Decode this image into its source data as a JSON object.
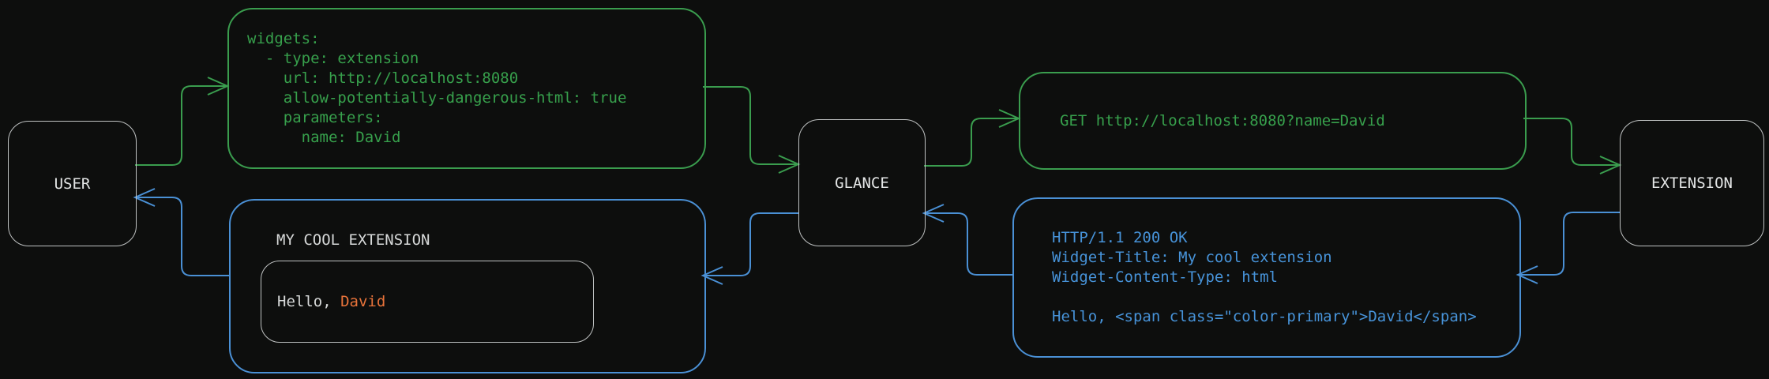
{
  "nodes": {
    "user": {
      "label": "USER"
    },
    "glance": {
      "label": "GLANCE"
    },
    "extension": {
      "label": "EXTENSION"
    }
  },
  "config_box": {
    "lines": [
      "widgets:",
      "  - type: extension",
      "    url: http://localhost:8080",
      "    allow-potentially-dangerous-html: true",
      "    parameters:",
      "      name: David"
    ]
  },
  "request_box": {
    "text": "GET http://localhost:8080?name=David"
  },
  "response_box": {
    "lines": [
      "HTTP/1.1 200 OK",
      "Widget-Title: My cool extension",
      "Widget-Content-Type: html",
      "",
      "Hello, <span class=\"color-primary\">David</span>"
    ]
  },
  "widget_preview": {
    "title": "MY COOL EXTENSION",
    "greeting_prefix": "Hello, ",
    "greeting_name": "David"
  },
  "colors": {
    "background": "#0d0e0d",
    "request_flow_green": "#3a9d4e",
    "response_flow_blue": "#4a90d5",
    "node_border": "#bfc2c2",
    "light_text": "#d7d9d9",
    "accent_name_orange": "#e8733a"
  }
}
